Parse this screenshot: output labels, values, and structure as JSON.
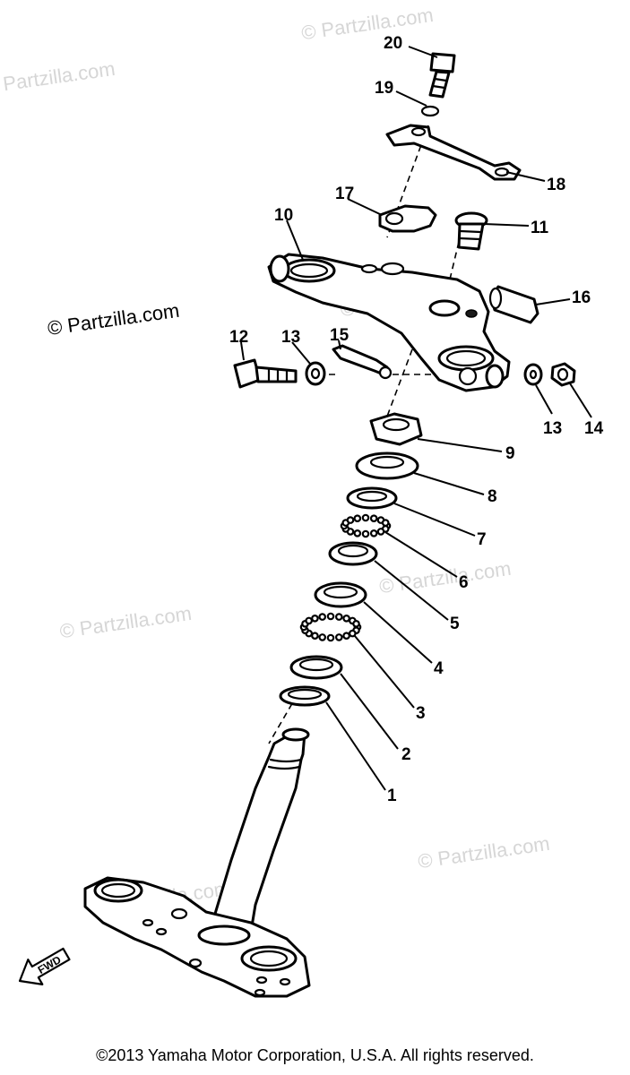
{
  "watermark": {
    "text": "© Partzilla.com",
    "text_dark": "© Partzilla.com",
    "color": "#d6d6d6"
  },
  "direction_label": "FWD",
  "callouts": [
    "1",
    "2",
    "3",
    "4",
    "5",
    "6",
    "7",
    "8",
    "9",
    "10",
    "11",
    "12",
    "13",
    "13",
    "14",
    "15",
    "16",
    "17",
    "18",
    "19",
    "20"
  ],
  "copyright": "©2013 Yamaha Motor Corporation, U.S.A. All rights reserved."
}
